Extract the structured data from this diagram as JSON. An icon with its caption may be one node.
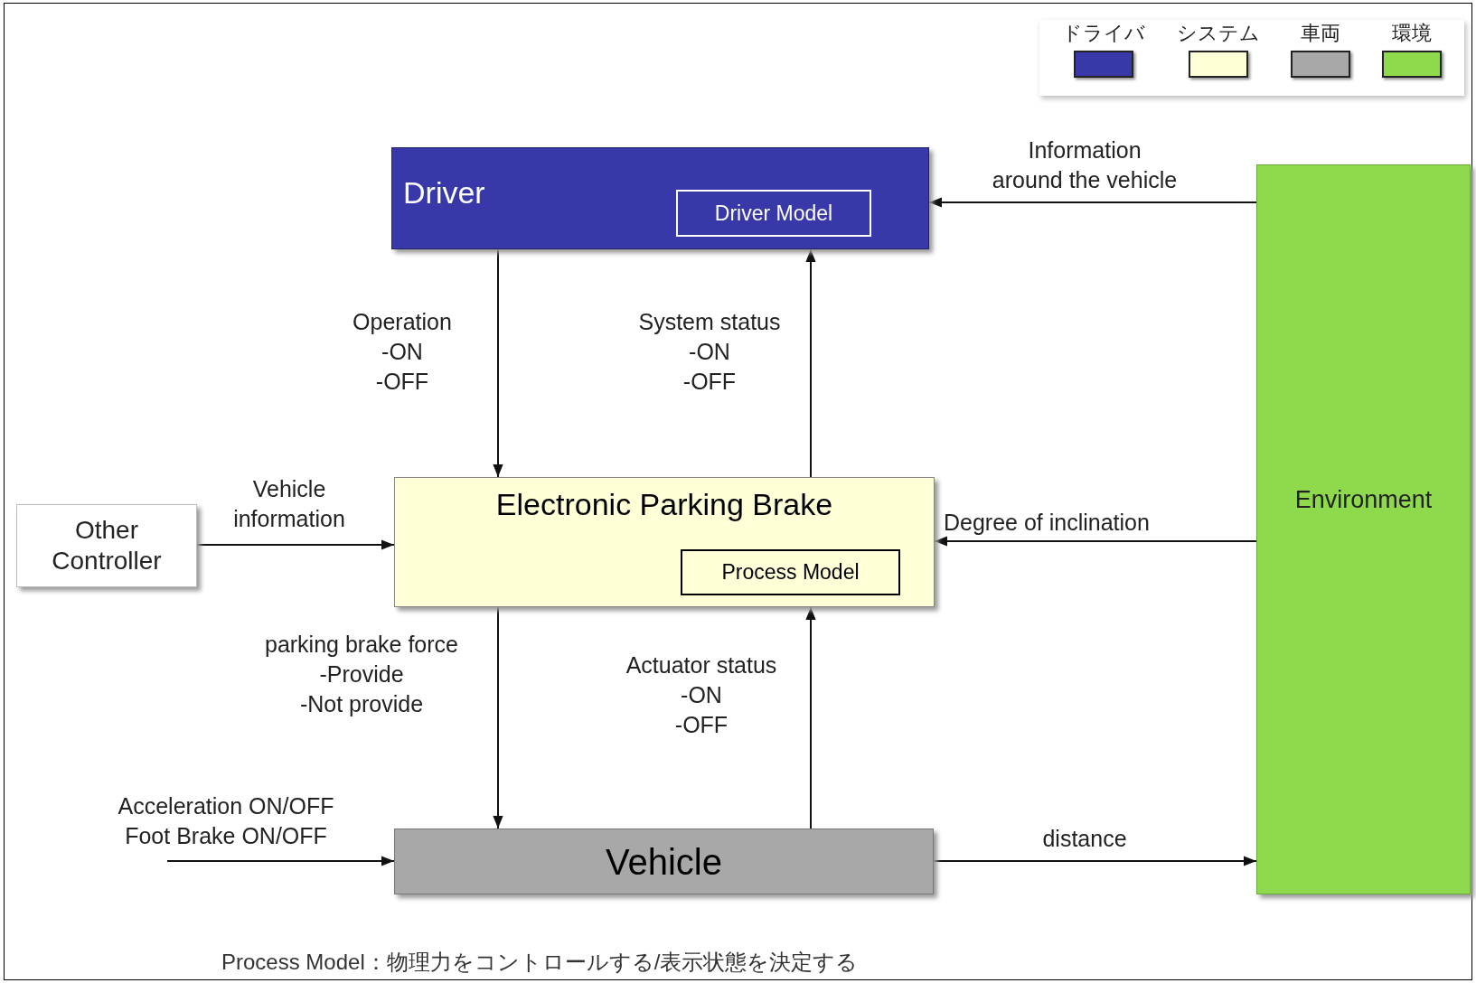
{
  "diagram": {
    "nodes": [
      {
        "text": [
          "Driver"
        ]
      },
      {
        "text": [
          "Driver Model"
        ],
        "in": 0
      },
      {
        "text": [
          "Electronic Parking Brake"
        ]
      },
      {
        "text": [
          "Process Model"
        ],
        "in": 2
      },
      {
        "text": [
          "Other Controller"
        ]
      },
      {
        "text": [
          "Vehicle"
        ]
      },
      {
        "text": [
          "Environment"
        ]
      }
    ],
    "edges": [
      {
        "from": 0,
        "to": 2,
        "arrow": "to",
        "label": "Operation -ON -OFF"
      },
      {
        "from": 2,
        "to": 0,
        "arrow": "to",
        "label": "System status -ON -OFF"
      },
      {
        "from": 6,
        "to": 0,
        "arrow": "to",
        "label": "Information around the vehicle"
      },
      {
        "from": 4,
        "to": 2,
        "arrow": "to",
        "label": "Vehicle information"
      },
      {
        "from": 6,
        "to": 2,
        "arrow": "to",
        "label": "Degree of inclination"
      },
      {
        "from": 2,
        "to": 5,
        "arrow": "to",
        "label": "parking brake force -Provide -Not provide"
      },
      {
        "from": 5,
        "to": 2,
        "arrow": "to",
        "label": "Actuator status -ON -OFF"
      },
      {
        "from": null,
        "to": 5,
        "arrow": "to",
        "label": "Acceleration ON/OFF Foot Brake ON/OFF"
      },
      {
        "from": 5,
        "to": 6,
        "arrow": "to",
        "label": "distance"
      }
    ],
    "labels": [
      "Process Model：物理力をコントロールする/表示状態を決定する"
    ],
    "legend": [
      {
        "text": "ドライバ",
        "color": "#3838a8"
      },
      {
        "text": "システム",
        "color": "#ffffd8"
      },
      {
        "text": "車両",
        "color": "#a8a8a8"
      },
      {
        "text": "環境",
        "color": "#8fd94c"
      }
    ]
  }
}
